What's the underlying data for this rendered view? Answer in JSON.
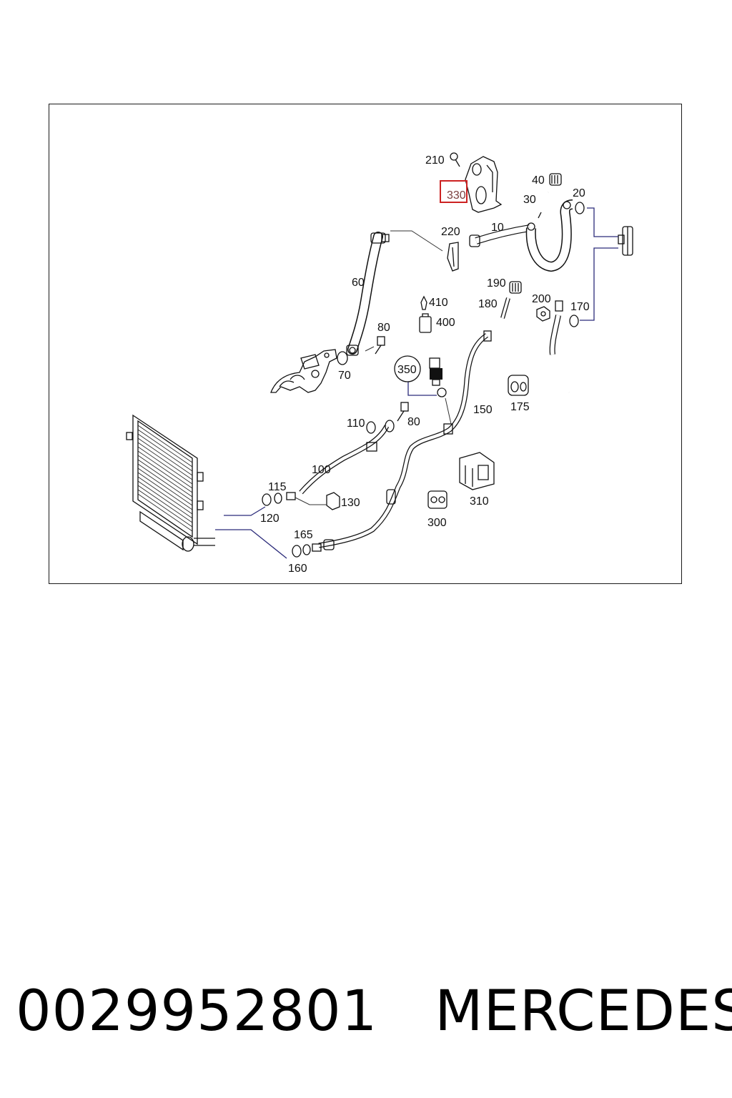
{
  "diagram": {
    "highlight_color": "#cc2222",
    "highlighted_part": "330",
    "labels": {
      "p210": "210",
      "p330": "330",
      "p40": "40",
      "p30": "30",
      "p20": "20",
      "p220": "220",
      "p10": "10",
      "p60": "60",
      "p190": "190",
      "p410": "410",
      "p180": "180",
      "p200": "200",
      "p170": "170",
      "p400": "400",
      "p80a": "80",
      "p70": "70",
      "p350": "350",
      "p150": "150",
      "p175": "175",
      "p110": "110",
      "p80b": "80",
      "p100": "100",
      "p115": "115",
      "p130": "130",
      "p310": "310",
      "p120": "120",
      "p300": "300",
      "p165": "165",
      "p160": "160"
    }
  },
  "caption": {
    "part_number": "0029952801",
    "brand": "MERCEDES"
  }
}
